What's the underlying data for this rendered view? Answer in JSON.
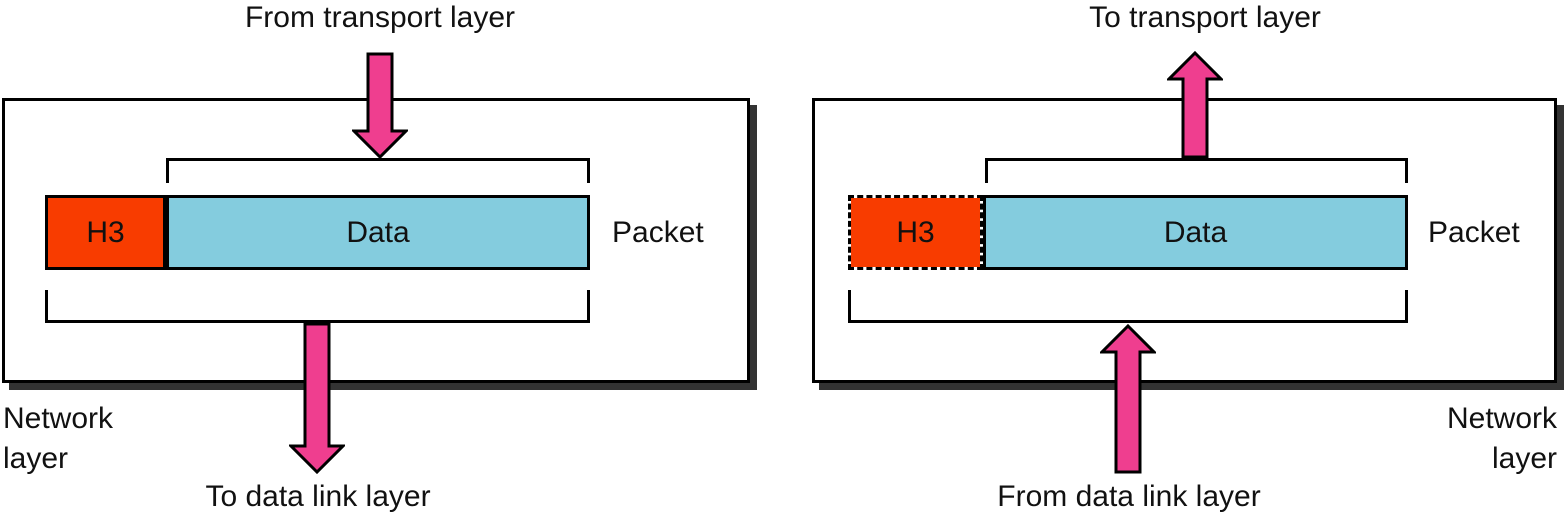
{
  "colors": {
    "header-fill": "#F83C00",
    "data-fill": "#84CCDE",
    "arrow-fill": "#EF3E8F",
    "shadow": "#333333",
    "line": "#000000"
  },
  "icons": [
    {
      "name": "block-arrow-down-icon",
      "shape": "svg block arrow pointing down, pink fill, black outline"
    },
    {
      "name": "block-arrow-up-icon",
      "shape": "svg block arrow pointing up, pink fill, black outline"
    }
  ],
  "left": {
    "from_label": "From transport layer",
    "to_label": "To data link layer",
    "header": "H3",
    "data": "Data",
    "packet": "Packet",
    "layer_line1": "Network",
    "layer_line2": "layer"
  },
  "right": {
    "to_label": "To transport layer",
    "from_label": "From data link layer",
    "header": "H3",
    "data": "Data",
    "packet": "Packet",
    "layer_line1": "Network",
    "layer_line2": "layer"
  }
}
